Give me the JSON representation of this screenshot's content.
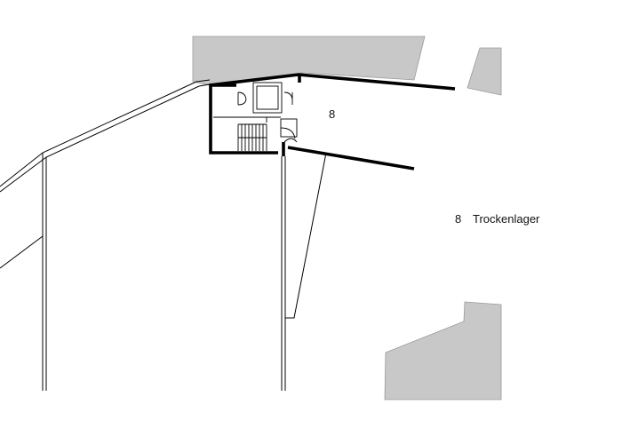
{
  "plan": {
    "room_number": "8",
    "legend": [
      {
        "number": "8",
        "name": "Trockenlager"
      }
    ],
    "colors": {
      "neighbor_fill": "#c8c8c8",
      "wall": "#000000",
      "background": "#ffffff"
    }
  }
}
